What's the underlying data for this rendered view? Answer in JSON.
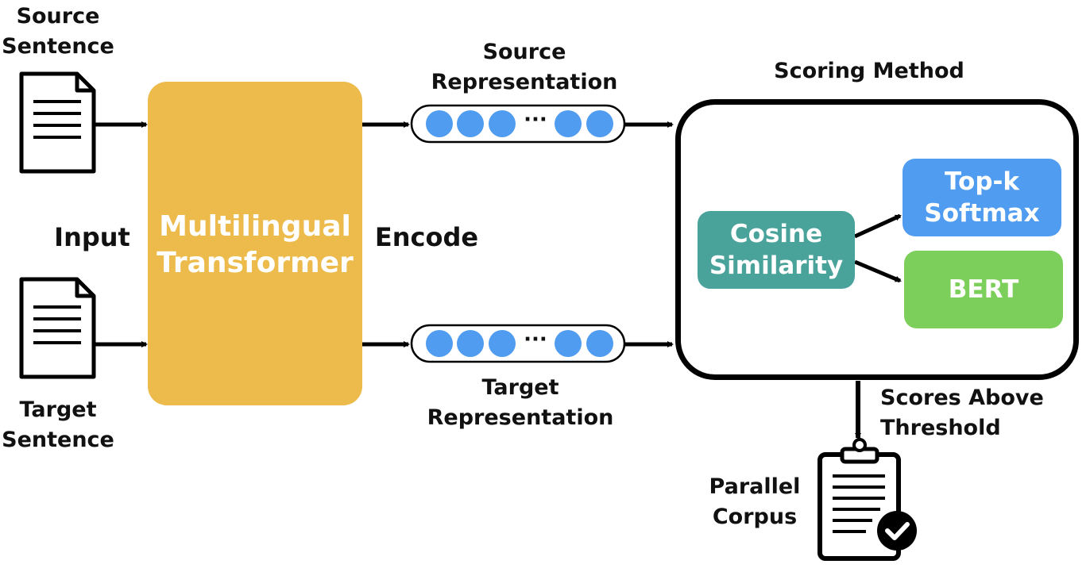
{
  "inputs": {
    "source_label": [
      "Source",
      "Sentence"
    ],
    "target_label": [
      "Target",
      "Sentence"
    ],
    "input_label": "Input"
  },
  "encoder": {
    "label": [
      "Multilingual",
      "Transformer"
    ],
    "encode_label": "Encode"
  },
  "representations": {
    "source_label": [
      "Source",
      "Representation"
    ],
    "target_label": [
      "Target",
      "Representation"
    ],
    "ellipsis": "···"
  },
  "scoring": {
    "title": "Scoring Method",
    "cosine": [
      "Cosine",
      "Similarity"
    ],
    "topk": [
      "Top-k",
      "Softmax"
    ],
    "bert": "BERT"
  },
  "output": {
    "threshold_label": [
      "Scores Above",
      "Threshold"
    ],
    "corpus_label": [
      "Parallel",
      "Corpus"
    ]
  },
  "colors": {
    "encoder": "#ecbb4c",
    "dots": "#4f9cf0",
    "cosine": "#4aa39a",
    "topk": "#4f9cf0",
    "bert": "#7ccf5a"
  },
  "icons": [
    "document-icon",
    "clipboard-check-icon"
  ]
}
